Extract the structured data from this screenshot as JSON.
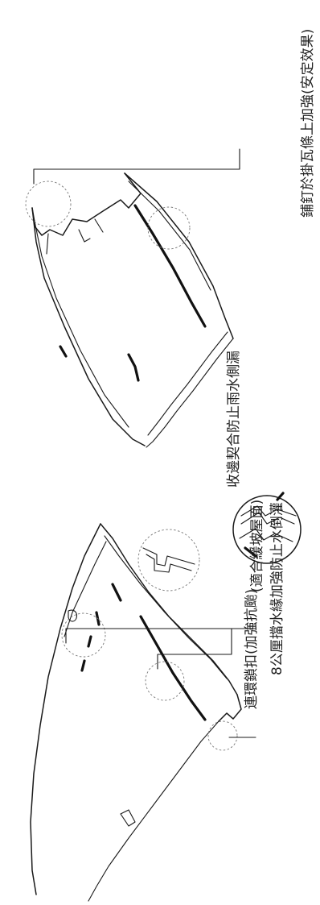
{
  "callouts": {
    "top_fastening": "鋪釘於掛瓦條上加強(安定效果)",
    "water_barrier_line1": "8公厘擋水緣加強防止水倒灌",
    "water_barrier_line2": "(適合緩坡屋面)",
    "edge_interlock": "收邊契合防止雨水側漏",
    "chain_lock": "連環鎖扣(加強抗颱)"
  }
}
